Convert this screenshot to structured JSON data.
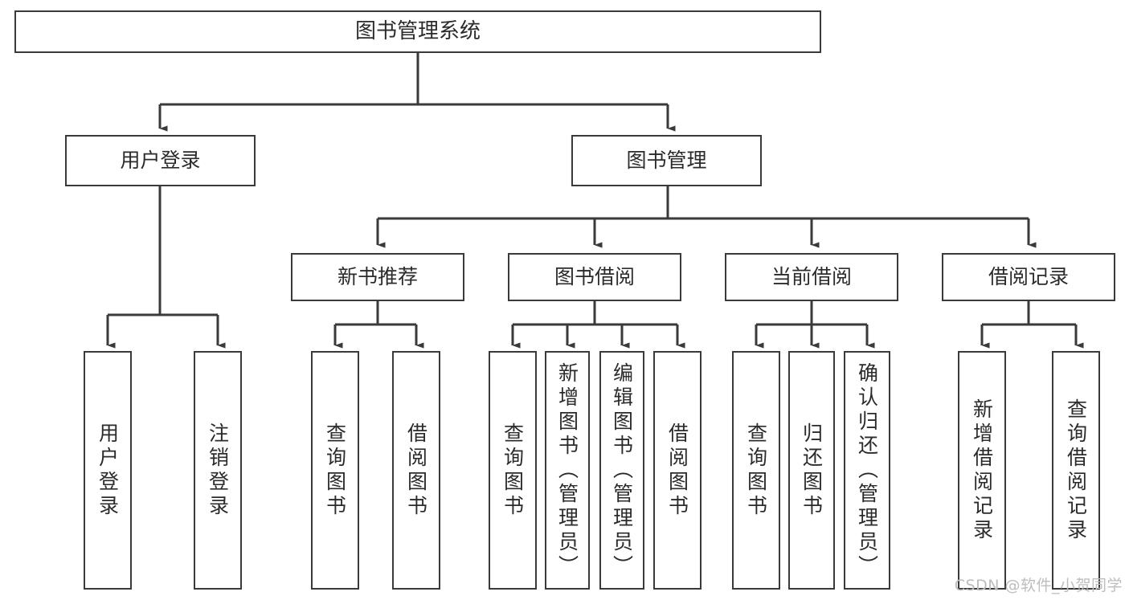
{
  "diagram": {
    "title": "图书管理系统",
    "type": "tree-hierarchy-chart",
    "watermark": "CSDN @软件_小贺同学",
    "colors": {
      "stroke": "#3a3a3a",
      "fill": "#ffffff",
      "text": "#2b2b2b",
      "watermark": "#bdbdbd"
    },
    "levels": {
      "root": {
        "label": "图书管理系统"
      },
      "level2": [
        {
          "id": "user-login",
          "label": "用户登录"
        },
        {
          "id": "book-manage",
          "label": "图书管理"
        }
      ],
      "level3": [
        {
          "id": "new-book-recommend",
          "label": "新书推荐"
        },
        {
          "id": "book-borrow",
          "label": "图书借阅"
        },
        {
          "id": "current-borrow",
          "label": "当前借阅"
        },
        {
          "id": "borrow-record",
          "label": "借阅记录"
        }
      ],
      "leaves": [
        {
          "id": "leaf-user-login",
          "label": "用户登录",
          "parent": "user-login"
        },
        {
          "id": "leaf-user-logout",
          "label": "注销登录",
          "parent": "user-login"
        },
        {
          "id": "leaf-query-book-1",
          "label": "查询图书",
          "parent": "new-book-recommend"
        },
        {
          "id": "leaf-borrow-book-1",
          "label": "借阅图书",
          "parent": "new-book-recommend"
        },
        {
          "id": "leaf-query-book-2",
          "label": "查询图书",
          "parent": "book-borrow"
        },
        {
          "id": "leaf-add-book",
          "label": "新增图书（管理员）",
          "parent": "book-borrow"
        },
        {
          "id": "leaf-edit-book",
          "label": "编辑图书（管理员）",
          "parent": "book-borrow"
        },
        {
          "id": "leaf-borrow-book-2",
          "label": "借阅图书",
          "parent": "book-borrow"
        },
        {
          "id": "leaf-query-book-3",
          "label": "查询图书",
          "parent": "current-borrow"
        },
        {
          "id": "leaf-return-book",
          "label": "归还图书",
          "parent": "current-borrow"
        },
        {
          "id": "leaf-confirm-return",
          "label": "确认归还（管理员）",
          "parent": "current-borrow"
        },
        {
          "id": "leaf-add-record",
          "label": "新增借阅记录",
          "parent": "borrow-record"
        },
        {
          "id": "leaf-query-record",
          "label": "查询借阅记录",
          "parent": "borrow-record"
        }
      ]
    }
  }
}
